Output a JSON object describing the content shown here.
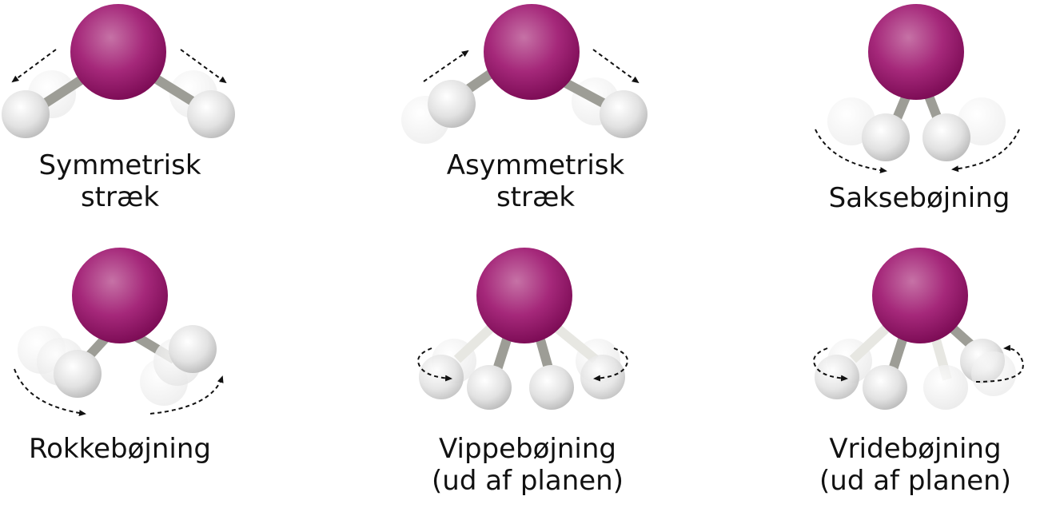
{
  "panels": [
    {
      "id": "symmetric-stretch",
      "line1": "Symmetrisk",
      "line2": "stræk"
    },
    {
      "id": "asymmetric-stretch",
      "line1": "Asymmetrisk",
      "line2": "stræk"
    },
    {
      "id": "scissoring",
      "line1": "Saksebøjning",
      "line2": ""
    },
    {
      "id": "rocking",
      "line1": "Rokkebøjning",
      "line2": ""
    },
    {
      "id": "wagging",
      "line1": "Vippebøjning",
      "line2": "(ud af planen)"
    },
    {
      "id": "twisting",
      "line1": "Vridebøjning",
      "line2": "(ud af planen)"
    }
  ],
  "colors": {
    "central_atom": "#9c1c6e",
    "outer_atom": "#d8d8d8",
    "bond": "#9a9a92",
    "arrow": "#111111",
    "text": "#111111"
  }
}
